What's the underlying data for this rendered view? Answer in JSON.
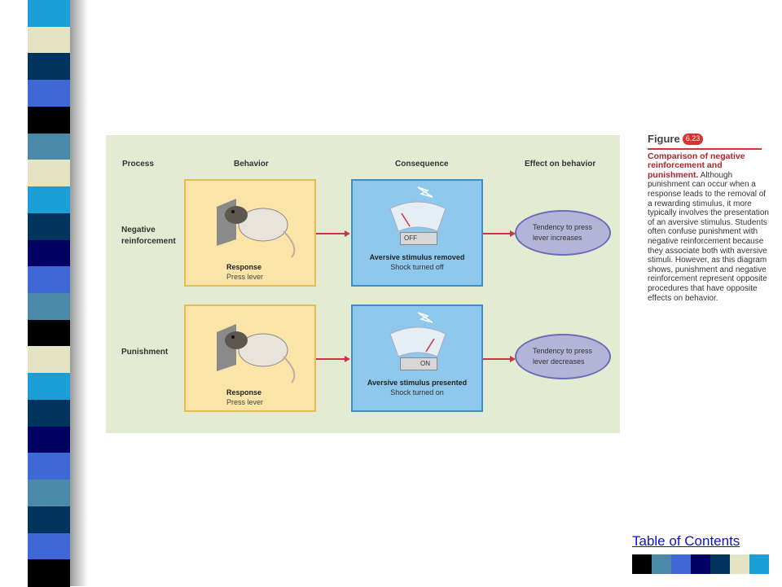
{
  "stripe_colors": [
    "#1a9ed6",
    "#e4e4c2",
    "#00335e",
    "#3f68d6",
    "#000000",
    "#4a8aa8",
    "#e4e4c2",
    "#1a9ed6",
    "#00335e",
    "#000060",
    "#3f68d6",
    "#4a8aa8",
    "#000000",
    "#e4e4c2",
    "#1a9ed6",
    "#00335e",
    "#000060",
    "#3f68d6",
    "#4a8aa8",
    "#00335e",
    "#3f68d6",
    "#000000"
  ],
  "figure": {
    "headers": {
      "process": "Process",
      "behavior": "Behavior",
      "consequence": "Consequence",
      "effect": "Effect on behavior"
    },
    "rows": [
      {
        "label": "Negative reinforcement",
        "behavior_title": "Response",
        "behavior_detail": "Press lever",
        "switch_text": "OFF",
        "consequence_title": "Aversive stimulus removed",
        "consequence_detail": "Shock turned off",
        "effect": "Tendency to press lever increases"
      },
      {
        "label": "Punishment",
        "behavior_title": "Response",
        "behavior_detail": "Press lever",
        "switch_text": "ON",
        "consequence_title": "Aversive stimulus presented",
        "consequence_detail": "Shock turned on",
        "effect": "Tendency to press lever decreases"
      }
    ]
  },
  "caption": {
    "figure_word": "Figure",
    "figure_number": "6.23",
    "title": "Comparison of negative reinforcement and punishment.",
    "body": "Although punishment can occur when a response leads to the removal of a rewarding stimulus, it more typically involves the presentation of an aversive stimulus. Students often confuse punishment with negative reinforcement because they associate both with aversive stimuli. However, as this diagram shows, punishment and negative reinforcement represent opposite procedures that have opposite effects on behavior."
  },
  "toc_link": "Table of Contents",
  "swatch_colors": [
    "#000000",
    "#4a8aa8",
    "#3f68d6",
    "#000060",
    "#00335e",
    "#e4e4c2",
    "#1a9ed6"
  ],
  "colors": {
    "behavior_fill": "#fbe4a7",
    "consequence_fill": "#8ec8ec",
    "effect_fill": "#b4b4d9",
    "arrow": "#cc3344",
    "figure_bg": "#e3ecd2"
  }
}
